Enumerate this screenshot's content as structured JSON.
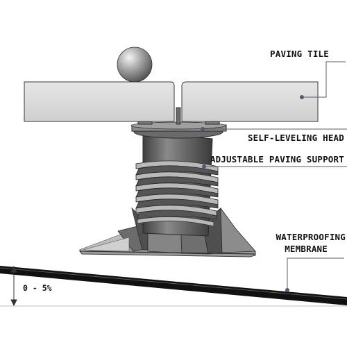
{
  "labels": {
    "paving_tile": "PAVING TILE",
    "self_leveling_head": "SELF-LEVELING HEAD",
    "adjustable_support": "ADJUSTABLE PAVING SUPPORT",
    "membrane_line1": "WATERPROOFING",
    "membrane_line2": "MEMBRANE",
    "slope": "0 - 5%"
  },
  "colors": {
    "tile": "#dcdcdc",
    "pedestal": "#5a5a5a",
    "base": "#6e6e6e",
    "membrane": "#111111",
    "leader": "#555a70"
  }
}
